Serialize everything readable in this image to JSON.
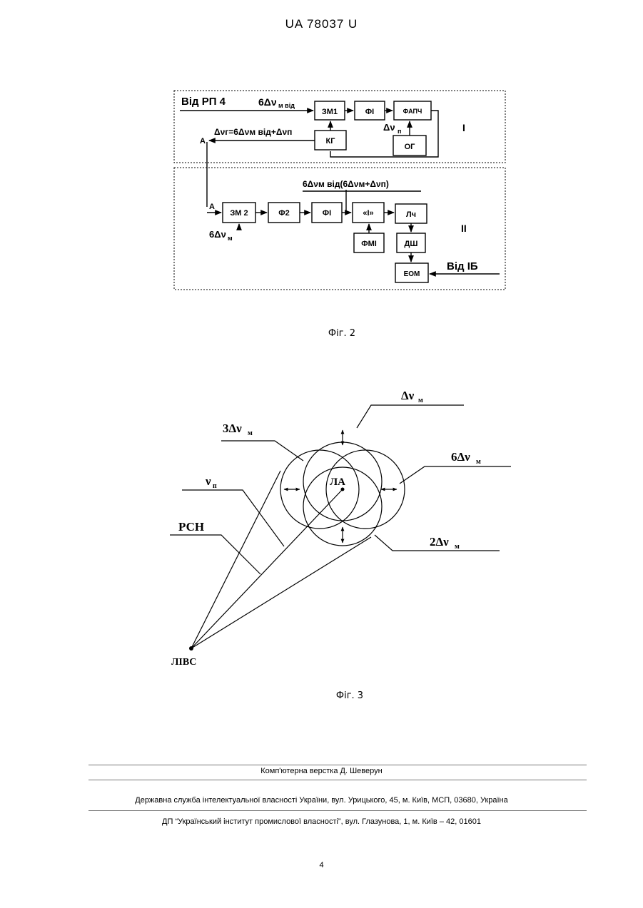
{
  "header": {
    "doc_number": "UA   78037   U"
  },
  "fig2": {
    "caption": "Фіг. 2",
    "block_labels": {
      "zm1": "ЗМ1",
      "fi_top": "ФІ",
      "fapch": "ФАПЧ",
      "og": "ОГ",
      "kg": "КГ",
      "zm2": "ЗМ 2",
      "f2": "Ф2",
      "fi_bottom": "ФІ",
      "and_gate": "«І»",
      "lch": "Лч",
      "fmi": "ФМІ",
      "dsh": "ДШ",
      "eom": "ЕОМ"
    },
    "signal_labels": {
      "from_rp4": "Від РП 4",
      "input_top": "6Δν",
      "input_top_sub": "м від",
      "delta_nu_p": "Δν",
      "delta_nu_p_sub": "п",
      "kg_eq": "Δνг=6Δνм від+Δνп",
      "a_upper": "А",
      "a_lower": "А",
      "zm2_in": "6Δν",
      "zm2_in_sub": "м",
      "bottom_top": "6Δνм від(6Δνм+Δνп)",
      "from_ib": "Від ІБ",
      "section_one": "І",
      "section_two": "ІІ"
    }
  },
  "fig3": {
    "caption": "Фіг. 3",
    "labels": {
      "dnu_m": "Δν",
      "dnu_m_sub": "м",
      "three_dnu_m": "3Δν",
      "three_dnu_m_sub": "м",
      "six_dnu_m": "6Δν",
      "six_dnu_m_sub": "м",
      "two_dnu_m": "2Δν",
      "two_dnu_m_sub": "м",
      "nu_p": "ν",
      "nu_p_sub": "п",
      "rsn": "РСН",
      "la": "ЛА",
      "livs": "ЛІВС"
    }
  },
  "footer": {
    "layout": "Комп'ютерна верстка Д. Шеверун",
    "agency": "Державна служба інтелектуальної власності України, вул. Урицького, 45, м. Київ, МСП, 03680, Україна",
    "institute": "ДП “Український інститут промислової власності”, вул. Глазунова, 1, м. Київ – 42, 01601",
    "page_number": "4"
  }
}
